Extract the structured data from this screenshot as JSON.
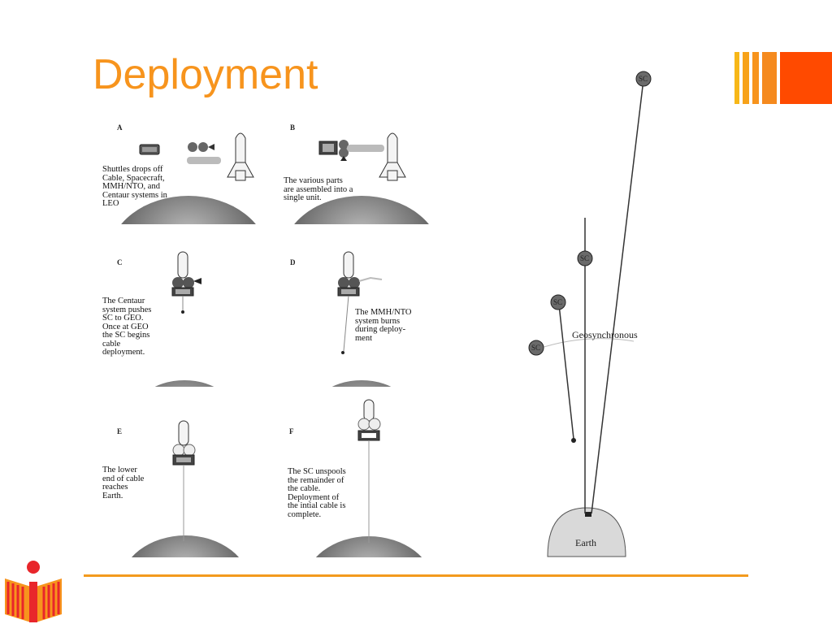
{
  "slide": {
    "title": "Deployment"
  },
  "panels": [
    {
      "label": "A",
      "text": "Shuttles drops off\nCable, Spacecraft,\nMMH/NTO, and\nCentaur systems in\nLEO"
    },
    {
      "label": "B",
      "text": "The various parts\nare assembled into a\nsingle unit."
    },
    {
      "label": "C",
      "text": "The Centaur\nsystem pushes\nSC to GEO.\nOnce at GEO\nthe SC begins\ncable\ndeployment."
    },
    {
      "label": "D",
      "text": "The MMH/NTO\nsystem burns\nduring deploy-\nment"
    },
    {
      "label": "E",
      "text": "The lower\nend of cable\nreaches\nEarth."
    },
    {
      "label": "F",
      "text": "The SC unspools\nthe remainder of\nthe cable.\nDeployment of\nthe intial cable is\ncomplete."
    }
  ],
  "diagram": {
    "orbit_label": "Geosynchronous",
    "earth_label": "Earth",
    "spacecraft_label": "SC"
  },
  "colors": {
    "title": "#f7941d",
    "accent_yellow": "#f7b718",
    "accent_orange": "#f7941d",
    "accent_red": "#ff4a00",
    "footer_line": "#f39a1e",
    "logo_red": "#e8262b"
  }
}
